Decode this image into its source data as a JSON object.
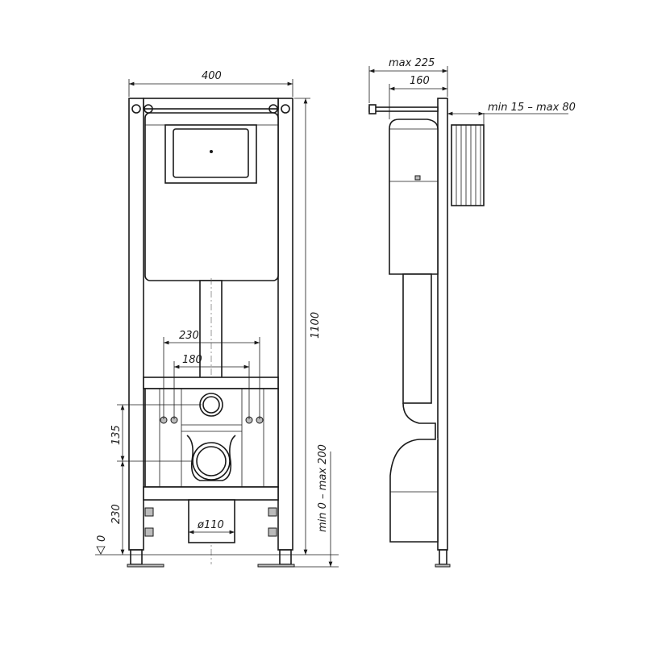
{
  "front_view": {
    "width_dim": "400",
    "height_dim": "1100",
    "fixing_230": "230",
    "fixing_180": "180",
    "drain_135": "135",
    "drain_230": "230",
    "floor_0": "0",
    "drain_dia": "ø110",
    "leg_adjust": "min 0 – max 200"
  },
  "side_view": {
    "depth_max": "max 225",
    "depth_160": "160",
    "wall_adjust": "min 15 – max 80"
  }
}
